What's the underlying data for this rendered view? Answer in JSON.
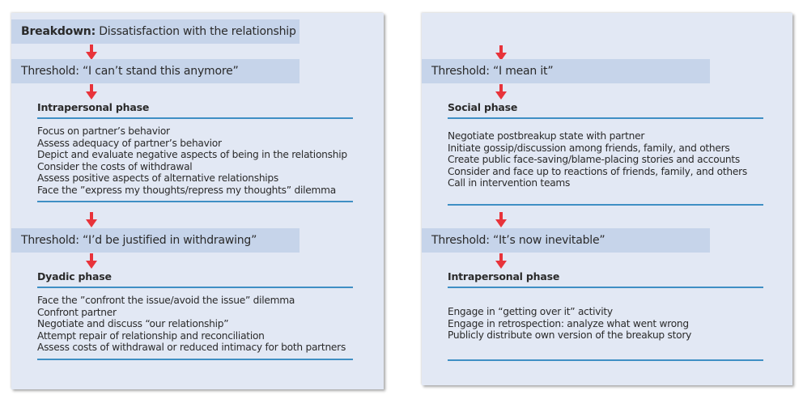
{
  "diagram": {
    "accent_colors": {
      "arrow": "#e8333a",
      "rule": "#3f8fc4",
      "threshold_bar": "#c6d4ea",
      "panel": "#e2e8f4"
    },
    "left_panel": {
      "breakdown": {
        "label": "Breakdown:",
        "text": " Dissatisfaction with the relationship"
      },
      "threshold_1": "Threshold: “I can’t stand this anymore”",
      "phase_1": {
        "title": "Intrapersonal phase",
        "items": [
          "Focus on partner’s behavior",
          "Assess adequacy of partner’s behavior",
          "Depict and evaluate negative aspects of being in the relationship",
          "Consider the costs of withdrawal",
          "Assess positive aspects of alternative relationships",
          "Face the ”express my thoughts/repress my thoughts” dilemma"
        ]
      },
      "threshold_2": "Threshold: “I’d be justified in withdrawing”",
      "phase_2": {
        "title": "Dyadic phase",
        "items": [
          "Face the ”confront the issue/avoid the issue” dilemma",
          "Confront partner",
          "Negotiate and discuss “our relationship”",
          "Attempt repair of relationship and reconciliation",
          "Assess costs of withdrawal or reduced intimacy for both partners"
        ]
      }
    },
    "right_panel": {
      "threshold_3": "Threshold: “I mean it”",
      "phase_3": {
        "title": "Social phase",
        "items": [
          "Negotiate postbreakup state with partner",
          "Initiate gossip/discussion among friends, family, and others",
          "Create public face-saving/blame-placing stories and accounts",
          "Consider and face up to reactions of friends, family, and others",
          "Call in intervention teams"
        ]
      },
      "threshold_4": "Threshold: “It’s now inevitable”",
      "phase_4": {
        "title": "Intrapersonal phase",
        "items": [
          "Engage in “getting over it” activity",
          "Engage in retrospection: analyze what went wrong",
          "Publicly distribute own version of the breakup story"
        ]
      }
    }
  }
}
